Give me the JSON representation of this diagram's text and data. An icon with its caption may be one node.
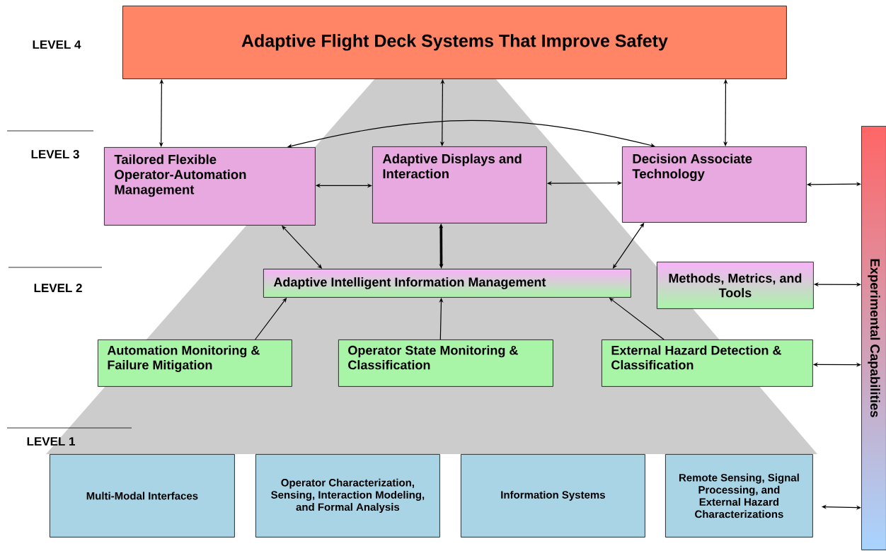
{
  "diagram": {
    "nodes": [
      {
        "text": [
          "Adaptive Flight Deck Systems That Improve Safety"
        ]
      },
      {
        "text": [
          "Tailored Flexible Operator-Automation Management"
        ]
      },
      {
        "text": [
          "Adaptive Displays and Interaction"
        ]
      },
      {
        "text": [
          "Decision Associate Technology"
        ]
      },
      {
        "text": [
          "Adaptive Intelligent Information Management"
        ]
      },
      {
        "text": [
          "Methods, Metrics, and Tools"
        ]
      },
      {
        "text": [
          "Automation Monitoring & Failure Mitigation"
        ]
      },
      {
        "text": [
          "Operator State Monitoring & Classification"
        ]
      },
      {
        "text": [
          "External Hazard Detection & Classification"
        ]
      },
      {
        "text": [
          "Multi-Modal Interfaces"
        ]
      },
      {
        "text": [
          "Operator Characterization, Sensing, Interaction Modeling, and Formal Analysis"
        ]
      },
      {
        "text": [
          "Information Systems"
        ]
      },
      {
        "text": [
          "Remote Sensing, Signal Processing, and External Hazard Characterizations"
        ]
      },
      {
        "text": [
          "Experimental Capabilities"
        ]
      }
    ],
    "edges": [
      {
        "from": 0,
        "to": 1,
        "arrow": "both"
      },
      {
        "from": 0,
        "to": 2,
        "arrow": "both"
      },
      {
        "from": 0,
        "to": 3,
        "arrow": "both"
      },
      {
        "from": 1,
        "to": 3,
        "arrow": "both"
      },
      {
        "from": 1,
        "to": 2,
        "arrow": "both"
      },
      {
        "from": 2,
        "to": 3,
        "arrow": "both"
      },
      {
        "from": 1,
        "to": 4,
        "arrow": "both"
      },
      {
        "from": 2,
        "to": 4,
        "arrow": "both",
        "style": "thick"
      },
      {
        "from": 3,
        "to": 4,
        "arrow": "both"
      },
      {
        "from": 6,
        "to": 4,
        "arrow": "to"
      },
      {
        "from": 7,
        "to": 4,
        "arrow": "to"
      },
      {
        "from": 8,
        "to": 4,
        "arrow": "to"
      },
      {
        "from": 3,
        "to": 13,
        "arrow": "both"
      },
      {
        "from": 5,
        "to": 13,
        "arrow": "both"
      },
      {
        "from": 8,
        "to": 13,
        "arrow": "both"
      },
      {
        "from": 12,
        "to": 13,
        "arrow": "both"
      }
    ],
    "labels": [
      "LEVEL 4",
      "LEVEL 3",
      "LEVEL 2",
      "LEVEL 1"
    ]
  }
}
